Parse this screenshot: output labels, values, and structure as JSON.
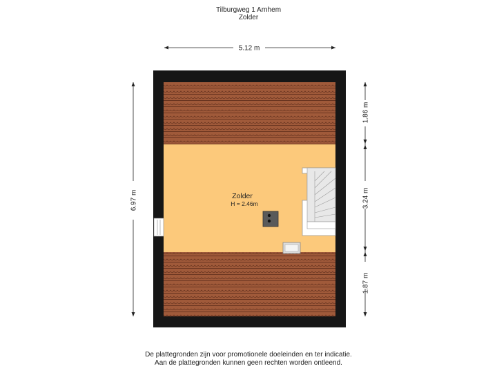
{
  "header": {
    "address": "Tilburgweg 1 Arnhem",
    "floor_name": "Zolder"
  },
  "room": {
    "name": "Zolder",
    "height_label": "H = 2.46m"
  },
  "dimensions": {
    "width_top": "5.12 m",
    "height_left": "6.97 m",
    "right_segments": [
      "1.86 m",
      "3.24 m",
      "1.87 m"
    ]
  },
  "colors": {
    "wall": "#161616",
    "roof_tile": "#a05a3a",
    "roof_line": "#6a3520",
    "floor": "#fcc97b",
    "stair": "#e8e8e8"
  },
  "icons": [
    "staircase-icon",
    "chimney-icon",
    "roof-hatch-icon",
    "window-icon"
  ],
  "footer": {
    "disclaimer_line1": "De plattegronden zijn voor promotionele doeleinden en ter indicatie.",
    "disclaimer_line2": "Aan de plattegronden kunnen geen rechten worden ontleend."
  }
}
